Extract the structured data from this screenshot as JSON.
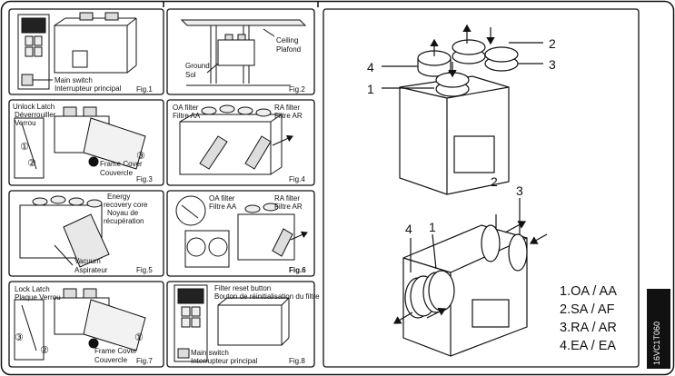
{
  "panels": {
    "fig1": {
      "caption": "Fig.1",
      "labels": [
        "Main switch",
        "Interrupteur principal"
      ]
    },
    "fig2": {
      "caption": "Fig.2",
      "labels": [
        "Ceiling",
        "Plafond",
        "Ground",
        "Sol"
      ]
    },
    "fig3": {
      "caption": "Fig.3",
      "labels": [
        "Unlock Latch",
        "Déverrouiller",
        "Verrou",
        "Frame Cover",
        "Couvercle"
      ],
      "steps": [
        "①",
        "②",
        "③"
      ]
    },
    "fig4": {
      "caption": "Fig.4",
      "labels": [
        "OA filter",
        "Filtre AA",
        "RA filter",
        "Filtre AR"
      ]
    },
    "fig5": {
      "caption": "Fig.5",
      "labels": [
        "Energy",
        "recovery core",
        "Noyau de",
        "récupération",
        "Vacuum",
        "Aspirateur"
      ]
    },
    "fig6": {
      "caption": "Fig.6",
      "labels": [
        "OA filter",
        "Filtre AA",
        "RA filter",
        "Filtre AR"
      ]
    },
    "fig7": {
      "caption": "Fig.7",
      "labels": [
        "Lock Latch",
        "Plaque Verrou",
        "Frame Cover",
        "Couvercle"
      ],
      "steps": [
        "③",
        "②",
        "①"
      ]
    },
    "fig8": {
      "caption": "Fig.8",
      "labels": [
        "Filter reset button",
        "Bouton de réinitialisation du filtre",
        "Main switch",
        "Interrupteur principal"
      ]
    }
  },
  "top_callouts": [
    "4",
    "1",
    "2",
    "3"
  ],
  "bottom_callouts": [
    "2",
    "3",
    "4",
    "1"
  ],
  "legend": [
    "1.OA / AA",
    "2.SA / AF",
    "3.RA / AR",
    "4.EA / EA"
  ],
  "side_code": "16VC1T060"
}
